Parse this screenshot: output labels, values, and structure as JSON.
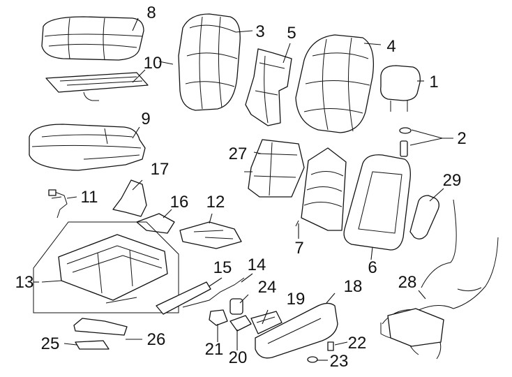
{
  "diagram": {
    "callouts": [
      {
        "id": "c1",
        "label": "1"
      },
      {
        "id": "c2",
        "label": "2"
      },
      {
        "id": "c3",
        "label": "3"
      },
      {
        "id": "c4",
        "label": "4"
      },
      {
        "id": "c5",
        "label": "5"
      },
      {
        "id": "c6",
        "label": "6"
      },
      {
        "id": "c7",
        "label": "7"
      },
      {
        "id": "c8",
        "label": "8"
      },
      {
        "id": "c9",
        "label": "9"
      },
      {
        "id": "c10",
        "label": "10"
      },
      {
        "id": "c11",
        "label": "11"
      },
      {
        "id": "c12",
        "label": "12"
      },
      {
        "id": "c13",
        "label": "13"
      },
      {
        "id": "c14",
        "label": "14"
      },
      {
        "id": "c15",
        "label": "15"
      },
      {
        "id": "c16",
        "label": "16"
      },
      {
        "id": "c17",
        "label": "17"
      },
      {
        "id": "c18",
        "label": "18"
      },
      {
        "id": "c19",
        "label": "19"
      },
      {
        "id": "c20",
        "label": "20"
      },
      {
        "id": "c21",
        "label": "21"
      },
      {
        "id": "c22",
        "label": "22"
      },
      {
        "id": "c23",
        "label": "23"
      },
      {
        "id": "c24",
        "label": "24"
      },
      {
        "id": "c25",
        "label": "25"
      },
      {
        "id": "c26",
        "label": "26"
      },
      {
        "id": "c27",
        "label": "27"
      },
      {
        "id": "c28",
        "label": "28"
      },
      {
        "id": "c29",
        "label": "29"
      }
    ],
    "colors": {
      "line": "#111111",
      "background": "#ffffff"
    }
  }
}
